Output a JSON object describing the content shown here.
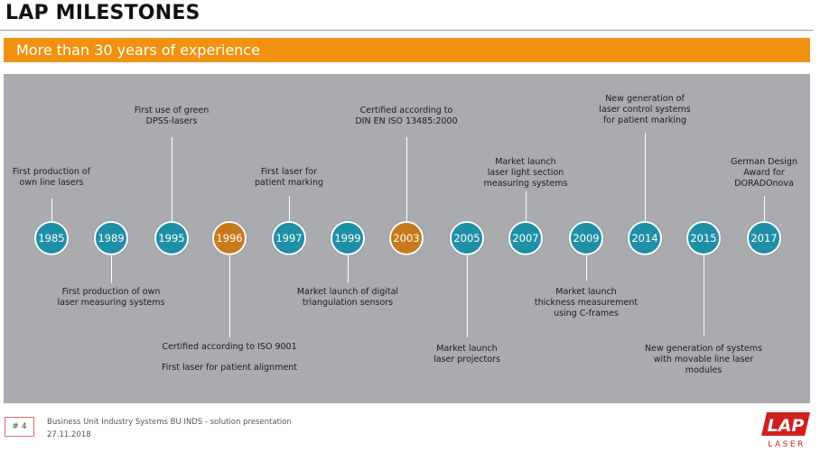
{
  "title": "LAP MILESTONES",
  "banner": "More than 30 years of experience",
  "accent_color": "#f0920f",
  "circle_color": "#1f8fa6",
  "highlight_color": "#c77a1b",
  "milestones": [
    {
      "year": "1985",
      "lines": [
        "First production of",
        "own line lasers"
      ]
    },
    {
      "year": "1989",
      "lines": [
        "First production of own",
        "laser measuring systems"
      ]
    },
    {
      "year": "1995",
      "lines": [
        "First use of green",
        "DPSS-lasers"
      ]
    },
    {
      "year": "1996",
      "lines": [
        "Certified according to ISO 9001",
        "",
        "First laser for patient alignment"
      ]
    },
    {
      "year": "1997",
      "lines": [
        "First laser for",
        "patient marking"
      ]
    },
    {
      "year": "1999",
      "lines": [
        "Market launch of digital",
        "triangulation sensors"
      ]
    },
    {
      "year": "2003",
      "lines": [
        "Certified according to",
        "DIN EN ISO 13485:2000"
      ]
    },
    {
      "year": "2005",
      "lines": [
        "Market launch",
        "laser projectors"
      ]
    },
    {
      "year": "2007",
      "lines": [
        "Market launch",
        "laser light section",
        "measuring systems"
      ]
    },
    {
      "year": "2009",
      "lines": [
        "Market launch",
        "thickness measurement",
        "using C-frames"
      ]
    },
    {
      "year": "2014",
      "lines": [
        "New generation of",
        "laser control systems",
        "for patient marking"
      ]
    },
    {
      "year": "2015",
      "lines": [
        "New generation of systems",
        "with movable line laser",
        "modules"
      ]
    },
    {
      "year": "2017",
      "lines": [
        "German Design",
        "Award for",
        "DORADOnova"
      ]
    }
  ],
  "footer": {
    "page": "# 4",
    "line1": "Business Unit Industry Systems BU INDS - solution presentation",
    "line2": "27.11.2018"
  },
  "logo": {
    "top": "LAP",
    "bottom": "LASER"
  }
}
